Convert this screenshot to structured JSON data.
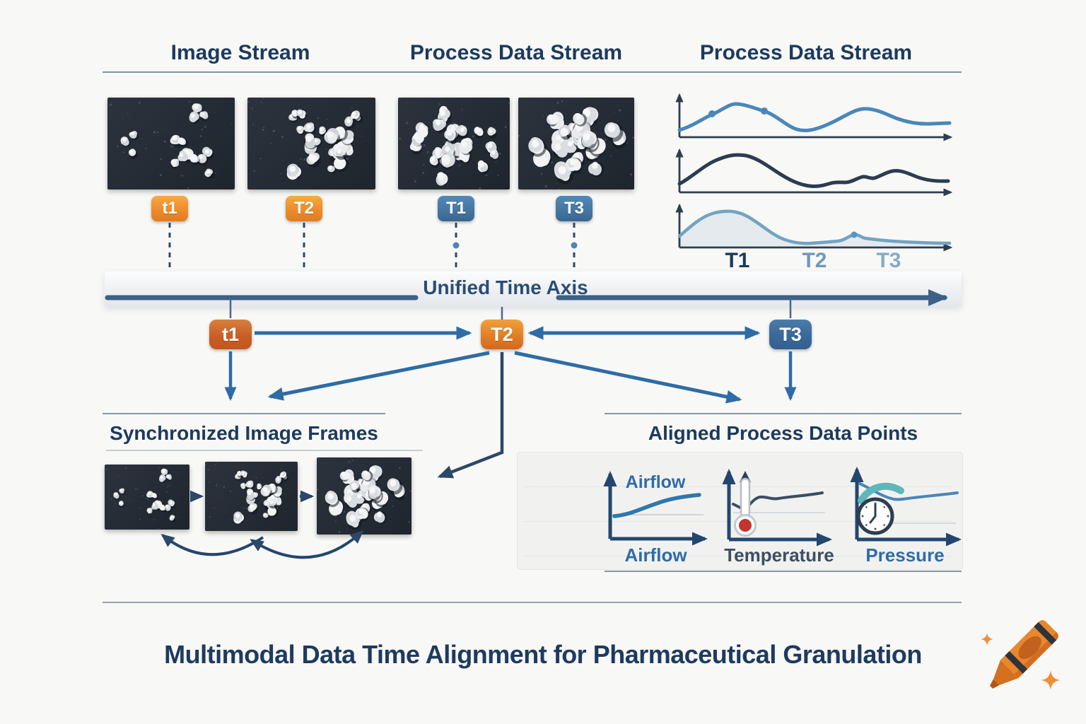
{
  "colors": {
    "navy": "#1c3a5e",
    "band_text": "#2b4d73",
    "arrow_blue": "#2e6ca6",
    "arrow_navy": "#2c4768",
    "axis_navy": "#24466e",
    "band_line": "#3c6184",
    "chart1_blue": "#4a87ba",
    "chart2_dark": "#2c3c50",
    "chart3_light": "#72a3c2",
    "teal_arc": "#5fb7ba",
    "thermometer_red": "#c53230",
    "badge_orange": "#ef8f2d",
    "badge_blue": "#44759f",
    "crayon_orange": "#e8872e"
  },
  "headers": {
    "image_stream": "Image Stream",
    "process_data_1": "Process Data Stream",
    "process_data_2": "Process Data Stream"
  },
  "top_badges": [
    {
      "label": "t1",
      "style": "orange"
    },
    {
      "label": "T2",
      "style": "orange"
    },
    {
      "label": "T1",
      "style": "blue"
    },
    {
      "label": "T3",
      "style": "blue"
    }
  ],
  "stream_chart_ticks": [
    {
      "label": "T1",
      "color": "#1c3a5e"
    },
    {
      "label": "T2",
      "color": "#6f99bb"
    },
    {
      "label": "T3",
      "color": "#85abc6"
    }
  ],
  "time_axis": {
    "label": "Unified Time Axis"
  },
  "aligned_badges": [
    {
      "label": "t1",
      "style": "redorange"
    },
    {
      "label": "T2",
      "style": "orange2"
    },
    {
      "label": "T3",
      "style": "blue2"
    }
  ],
  "left_section": {
    "title": "Synchronized Image Frames"
  },
  "right_section": {
    "title": "Aligned Process Data Points",
    "charts": [
      {
        "series_label": "Airflow",
        "axis_label": "Airflow"
      },
      {
        "axis_label": "Temperature"
      },
      {
        "axis_label": "Pressure"
      }
    ]
  },
  "footer": {
    "title": "Multimodal Data Time Alignment for Pharmaceutical Granulation"
  },
  "tiles": [
    {
      "svg": "tile-1",
      "seed": 11,
      "count": 15,
      "rmin": 5,
      "rmax": 9,
      "bias": 0
    },
    {
      "svg": "tile-2",
      "seed": 22,
      "count": 25,
      "rmin": 5,
      "rmax": 10,
      "bias": 0
    },
    {
      "svg": "tile-3",
      "seed": 33,
      "count": 30,
      "rmin": 6,
      "rmax": 11,
      "bias": 1
    },
    {
      "svg": "tile-4",
      "seed": 44,
      "count": 28,
      "rmin": 8,
      "rmax": 14,
      "bias": 1
    },
    {
      "svg": "sync-1",
      "seed": 11,
      "count": 15,
      "rmin": 5,
      "rmax": 9,
      "bias": 0
    },
    {
      "svg": "sync-2",
      "seed": 22,
      "count": 25,
      "rmin": 5,
      "rmax": 10,
      "bias": 0
    },
    {
      "svg": "sync-3",
      "seed": 44,
      "count": 28,
      "rmin": 8,
      "rmax": 14,
      "bias": 1
    }
  ]
}
